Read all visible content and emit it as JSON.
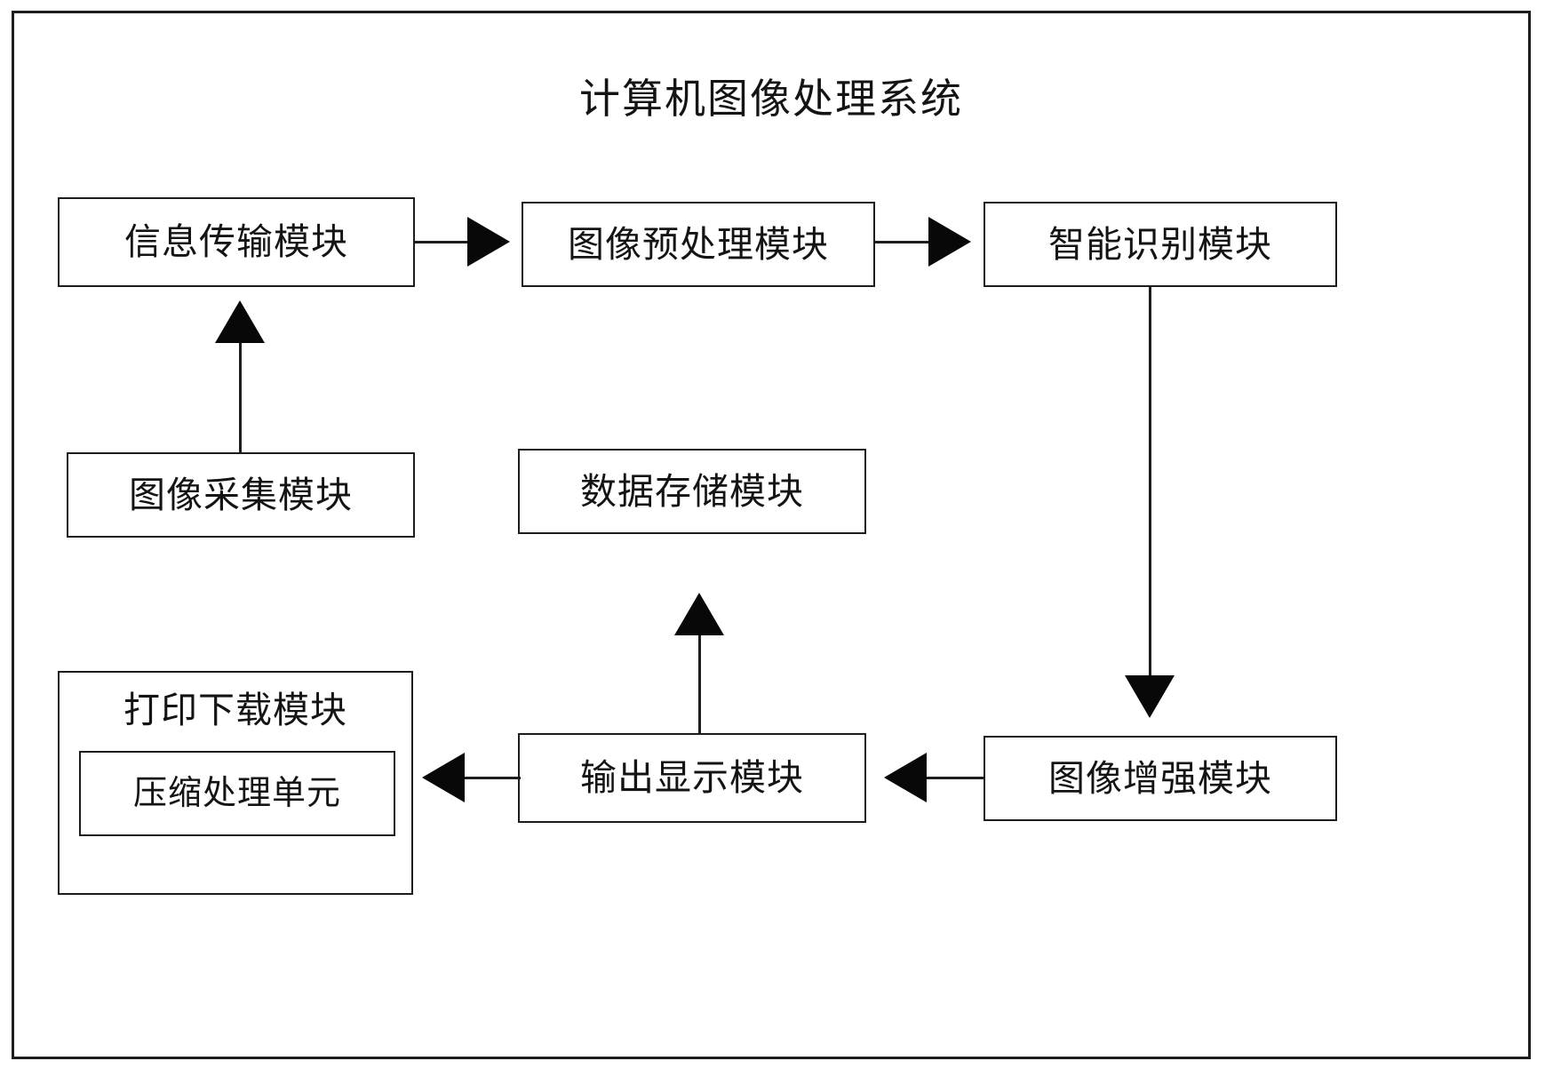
{
  "figure": {
    "title": "计算机图像处理系统",
    "frame_color": "#1d1d1d",
    "background_color": "#ffffff",
    "line_color": "#080808"
  },
  "nodes": {
    "info_transmission": {
      "label": "信息传输模块"
    },
    "image_preprocess": {
      "label": "图像预处理模块"
    },
    "intelligent_recognition": {
      "label": "智能识别模块"
    },
    "image_capture": {
      "label": "图像采集模块"
    },
    "data_storage": {
      "label": "数据存储模块"
    },
    "print_download": {
      "label": "打印下载模块"
    },
    "compression_unit": {
      "label": "压缩处理单元"
    },
    "output_display": {
      "label": "输出显示模块"
    },
    "image_enhancement": {
      "label": "图像增强模块"
    }
  },
  "edges": [
    {
      "from": "信息传输模块",
      "to": "图像预处理模块",
      "direction": "right"
    },
    {
      "from": "图像预处理模块",
      "to": "智能识别模块",
      "direction": "right"
    },
    {
      "from": "图像采集模块",
      "to": "信息传输模块",
      "direction": "up"
    },
    {
      "from": "智能识别模块",
      "to": "图像增强模块",
      "direction": "down"
    },
    {
      "from": "图像增强模块",
      "to": "输出显示模块",
      "direction": "left"
    },
    {
      "from": "输出显示模块",
      "to": "打印下载模块",
      "direction": "left"
    },
    {
      "from": "输出显示模块",
      "to": "数据存储模块",
      "direction": "up"
    }
  ]
}
